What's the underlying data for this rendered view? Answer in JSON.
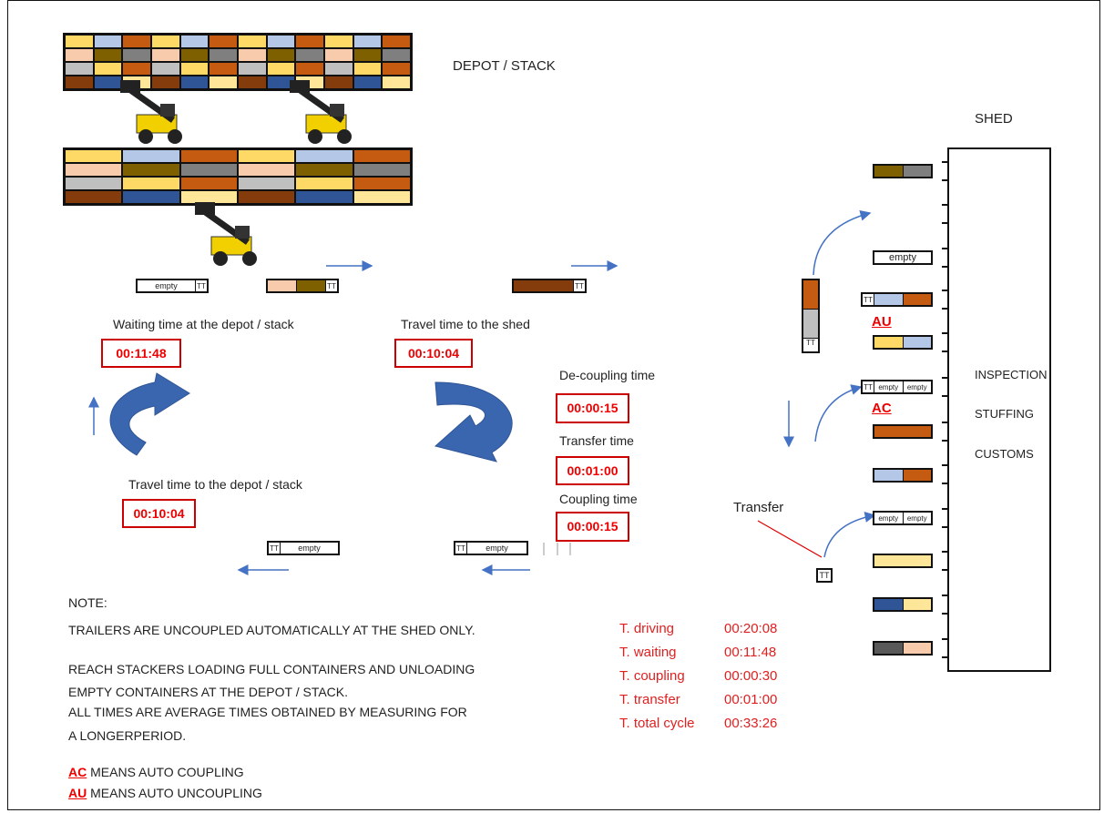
{
  "colors": {
    "yellow": "#ffd966",
    "lightblue": "#b4c7e7",
    "orange": "#c55a11",
    "peach": "#f8cbad",
    "olive": "#7f6000",
    "gray": "#7f7f7f",
    "lightgray": "#bfbfbf",
    "brown": "#843c0c",
    "blue": "#2f5597",
    "cream": "#ffe699",
    "accent_red": "#e00000",
    "arrow_blue": "#4472c4"
  },
  "labels": {
    "depot": "DEPOT / STACK",
    "shed": "SHED",
    "inspection": "INSPECTION",
    "stuffing": "STUFFING",
    "customs": "CUSTOMS",
    "transfer": "Transfer",
    "empty": "empty",
    "tt": "TT"
  },
  "timers": {
    "waiting": {
      "label": "Waiting time at the depot / stack",
      "value": "00:11:48"
    },
    "travel_shed": {
      "label": "Travel time to the shed",
      "value": "00:10:04"
    },
    "decoupling": {
      "label": "De-coupling time",
      "value": "00:00:15"
    },
    "transfer": {
      "label": "Transfer time",
      "value": "00:01:00"
    },
    "coupling": {
      "label": "Coupling time",
      "value": "00:00:15"
    },
    "travel_depot": {
      "label": "Travel time to the depot / stack",
      "value": "00:10:04"
    }
  },
  "summary": [
    {
      "key": "T. driving",
      "value": "00:20:08"
    },
    {
      "key": "T. waiting",
      "value": "00:11:48"
    },
    {
      "key": "T. coupling",
      "value": "00:00:30"
    },
    {
      "key": "T. transfer",
      "value": "00:01:00"
    },
    {
      "key": "T. total cycle",
      "value": "00:33:26"
    }
  ],
  "markers": {
    "au": "AU",
    "ac": "AC"
  },
  "notes": {
    "title": "NOTE:",
    "line1": "TRAILERS ARE UNCOUPLED AUTOMATICALLY AT THE SHED ONLY.",
    "line2": "REACH STACKERS LOADING FULL CONTAINERS AND UNLOADING",
    "line3": "EMPTY CONTAINERS AT THE DEPOT / STACK.",
    "line4": "ALL TIMES ARE AVERAGE TIMES OBTAINED BY MEASURING FOR",
    "line5": "A LONGERPERIOD.",
    "ac_text": "MEANS AUTO COUPLING",
    "au_text": "MEANS AUTO UNCOUPLING"
  }
}
